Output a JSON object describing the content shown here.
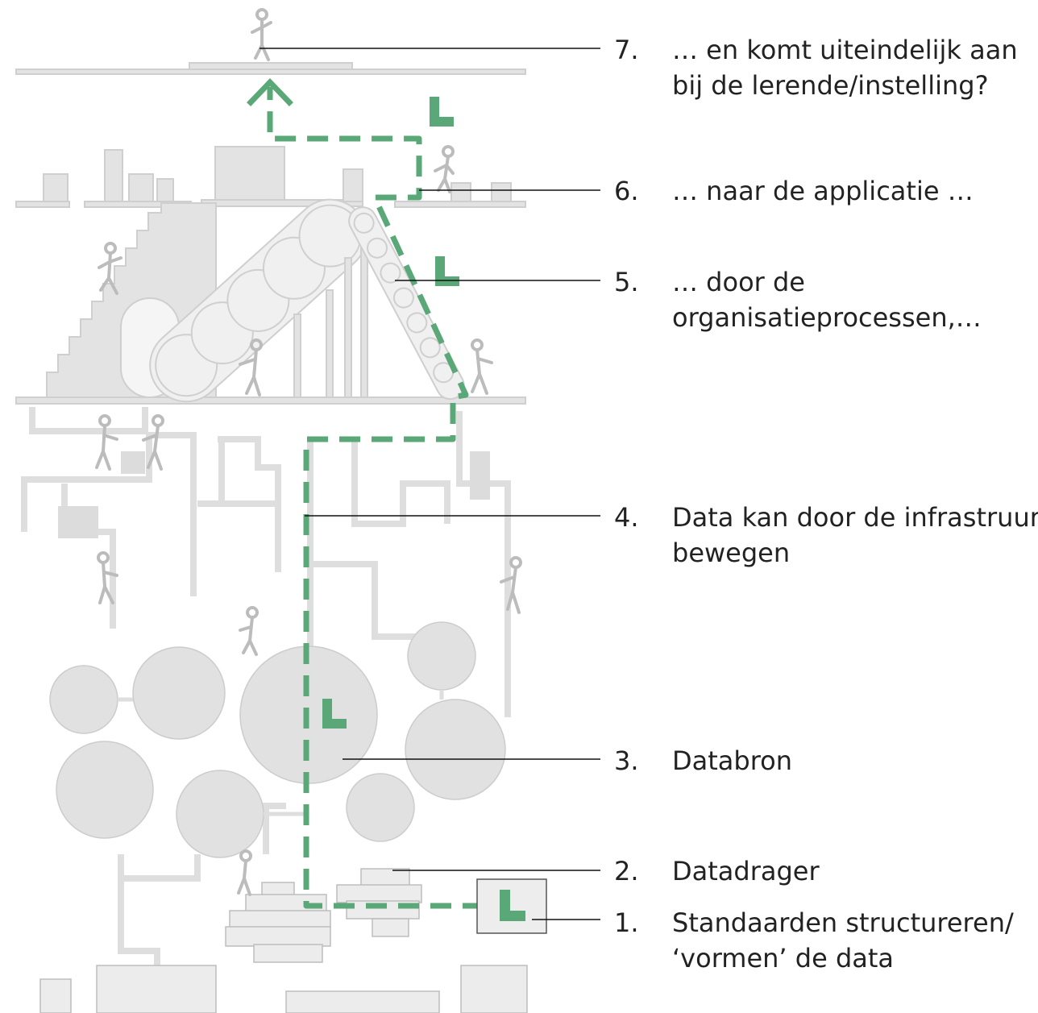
{
  "steps": [
    {
      "num": "7.",
      "lines": [
        "… en komt uiteindelijk aan",
        "bij de lerende/instelling?"
      ]
    },
    {
      "num": "6.",
      "lines": [
        "… naar de applicatie …"
      ]
    },
    {
      "num": "5.",
      "lines": [
        "… door de",
        "organisatieprocessen,…"
      ]
    },
    {
      "num": "4.",
      "lines": [
        "Data kan door de infrastruur",
        "bewegen"
      ]
    },
    {
      "num": "3.",
      "lines": [
        "Databron"
      ]
    },
    {
      "num": "2.",
      "lines": [
        "Datadrager"
      ]
    },
    {
      "num": "1.",
      "lines": [
        "Standaarden structureren/",
        "‘vormen’ de data"
      ]
    }
  ],
  "colors": {
    "path": "#5aa877",
    "structure": "#e2e2e2",
    "structure_stroke": "#cfcfcf",
    "leader": "#111111",
    "text": "#222222"
  },
  "icons": [
    "standard-L-icon",
    "person-icon",
    "arrow-up-icon"
  ]
}
